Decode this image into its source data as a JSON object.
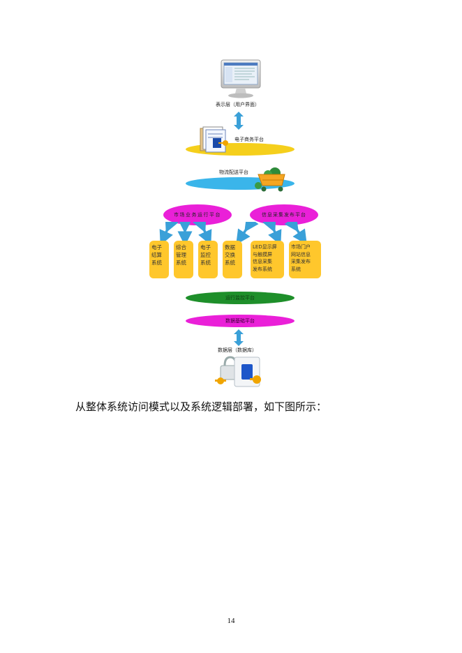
{
  "diagram": {
    "presentation_label": "表示层（用户界面）",
    "ecommerce_platform": "电子商务平台",
    "logistics_platform": "物流配送平台",
    "market_ops_platform": "市场业务运行平台",
    "info_release_platform": "信息采集发布平台",
    "boxes": [
      {
        "label": "电子\n结算\n系统"
      },
      {
        "label": "综合\n管理\n系统"
      },
      {
        "label": "电子\n监控\n系统"
      },
      {
        "label": "数据\n交换\n系统"
      },
      {
        "label": "LED显示屏\n与触摸屏\n信息采集\n发布系统"
      },
      {
        "label": "市场门户\n网站信息\n采集发布\n系统"
      }
    ],
    "run_monitor_platform": "运行监控平台",
    "data_foundation_platform": "数据基础平台",
    "data_layer_label": "数据层（数据库）"
  },
  "caption": "从整体系统访问模式以及系统逻辑部署，如下图所示：",
  "page_number": "14"
}
